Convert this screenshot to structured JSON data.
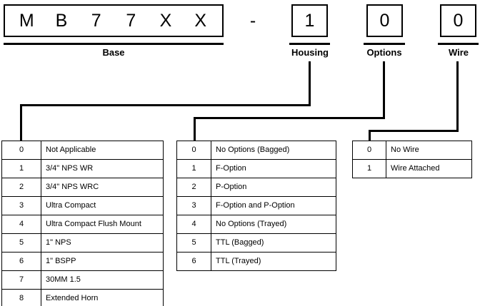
{
  "part_number": {
    "base": {
      "label": "Base",
      "characters": [
        "M",
        "B",
        "7",
        "7",
        "X",
        "X"
      ]
    },
    "separator": "-",
    "segments": [
      {
        "key": "housing",
        "label": "Housing",
        "value": "1"
      },
      {
        "key": "options",
        "label": "Options",
        "value": "0"
      },
      {
        "key": "wire",
        "label": "Wire",
        "value": "0"
      }
    ]
  },
  "tables": {
    "housing": {
      "rows": [
        {
          "code": "0",
          "desc": "Not Applicable"
        },
        {
          "code": "1",
          "desc": "3/4\" NPS WR"
        },
        {
          "code": "2",
          "desc": "3/4\" NPS WRC"
        },
        {
          "code": "3",
          "desc": "Ultra Compact"
        },
        {
          "code": "4",
          "desc": "Ultra Compact Flush Mount"
        },
        {
          "code": "5",
          "desc": "1\" NPS"
        },
        {
          "code": "6",
          "desc": "1\" BSPP"
        },
        {
          "code": "7",
          "desc": "30MM 1.5"
        },
        {
          "code": "8",
          "desc": "Extended Horn"
        }
      ]
    },
    "options": {
      "rows": [
        {
          "code": "0",
          "desc": "No Options (Bagged)"
        },
        {
          "code": "1",
          "desc": "F-Option"
        },
        {
          "code": "2",
          "desc": "P-Option"
        },
        {
          "code": "3",
          "desc": "F-Option and P-Option"
        },
        {
          "code": "4",
          "desc": "No Options (Trayed)"
        },
        {
          "code": "5",
          "desc": "TTL (Bagged)"
        },
        {
          "code": "6",
          "desc": "TTL (Trayed)"
        }
      ]
    },
    "wire": {
      "rows": [
        {
          "code": "0",
          "desc": "No Wire"
        },
        {
          "code": "1",
          "desc": "Wire Attached"
        }
      ]
    }
  },
  "colors": {
    "line": "#000000",
    "background": "#ffffff",
    "text": "#000000"
  }
}
